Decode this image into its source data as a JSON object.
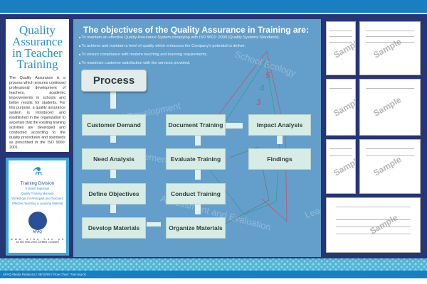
{
  "left_panel": {
    "title": "Quality Assurance in Teacher Training",
    "body": "The Quality Assurance is a process which ensures continued professional development of teachers, academic improvements in schools and better results for students. For this purpose, a quality assurance system is introduced and established in the organization to ascertain that the existing training activities are developed and conducted according to the quality procedures and standards as prescribed in the ISO 9000: 2001."
  },
  "division": {
    "title": "Training Division",
    "items": [
      "6 Month Diplomas",
      "Quality Training Manuals",
      "Workshops for Principals and Teachers",
      "Effective Teaching & Learning Material"
    ],
    "logo": "AFAQ",
    "website": "w w w . a f a q . e d u . p k",
    "certified": "An ISO 9001:2000 Certified Company"
  },
  "objectives": {
    "heading": "The objectives of the Quality Assurance in Training are:",
    "items": [
      "To maintain an effective Quality Assurance System complying with ISO 9001: 2000 (Quality Systems Standards).",
      "To achieve and maintain a level of quality which enhances the Company's potential to deliver.",
      "To ensure compliance with modern teaching and learning requirements.",
      "To maximize customer satisfaction with the services provided."
    ]
  },
  "watermarks": [
    "School Ecology",
    "Staff Development",
    "Management",
    "Assessment and Evaluation",
    "Lea"
  ],
  "radar_labels": [
    "5",
    "4",
    "3"
  ],
  "flow": {
    "start": "Process",
    "col1": [
      "Customer Demand",
      "Need Analysis",
      "Define Objectives",
      "Develop Materials"
    ],
    "col2": [
      "Document Training",
      "Evaluate Training",
      "Conduct Training",
      "Organize Materials"
    ],
    "col3": [
      "Impact Analysis",
      "Findings"
    ]
  },
  "thumb_label": "Sample",
  "footer": "AFAQ Media Relations / 08/10/09 / Flow Chart: Training-01",
  "colors": {
    "frame": "#263574",
    "main": "#649fcb",
    "box": "#d7ece5",
    "accent": "#1a7fc0"
  }
}
